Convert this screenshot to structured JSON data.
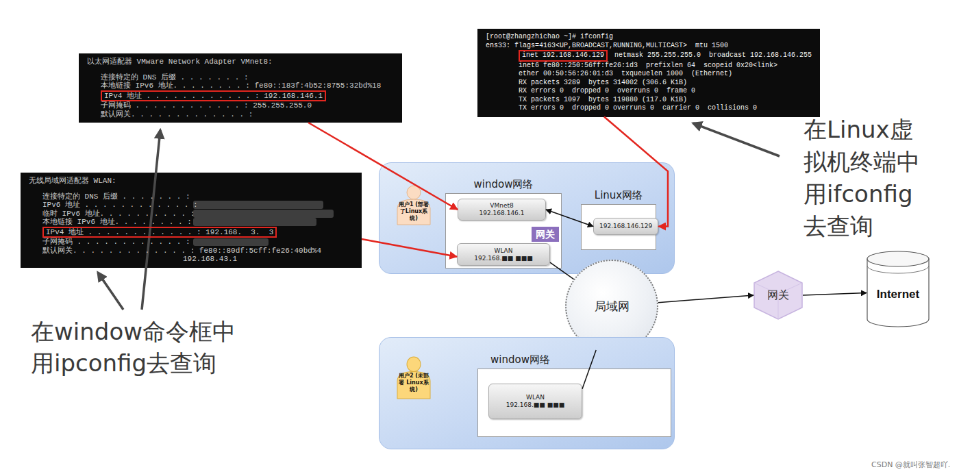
{
  "diagram": {
    "nodes": [
      {
        "text": [
          "以太网适配器 VMware Network Adapter VMnet8:",
          "连接特定的 DNS 后缀 . . . . . . . :",
          "本地链接 IPv6 地址. . . . . . . . : fe80::183f:4b52:8755:32bd%18",
          "IPv4 地址 . . . . . . . . . . . . : 192.168.146.1",
          "子网掩码 . . . . . . . . . . . . : 255.255.255.0",
          "默认网关. . . . . . . . . . . . . :"
        ]
      },
      {
        "text": [
          "[root@zhangzhichao ~]# ifconfig",
          "ens33: flags=4163<UP,BROADCAST,RUNNING,MULTICAST>  mtu 1500",
          "inet 192.168.146.129",
          "netmask 255.255.255.0  broadcast 192.168.146.255",
          "inet6 fe80::250:56ff:fe26:1d3  prefixlen 64  scopeid 0x20<link>",
          "ether 00:50:56:26:01:d3  txqueuelen 1000  (Ethernet)",
          "RX packets 3289  bytes 314002 (306.6 KiB)",
          "RX errors 0  dropped 0  overruns 0  frame 0",
          "TX packets 1097  bytes 119880 (117.0 KiB)",
          "TX errors 0  dropped 0 overruns 0  carrier 0  collisions 0"
        ]
      },
      {
        "text": [
          "无线局域网适配器 WLAN:",
          "连接特定的 DNS 后缀 . . . . . . . :",
          "IPv6 地址 . . . . . . . . . . . . :",
          "临时 IPv6 地址. . . . . . . . . . :",
          "本地链接 IPv6 地址. . . . . . . . :",
          "IPv4 地址 . . . . . . . . . . . . : 192.168.  3.  3",
          "子网掩码 . . . . . . . . . . . . :",
          "默认网关. . . . . . . . . . . . . : fe80::80df:5cff:fe26:40bd%4",
          "192.168.43.1"
        ]
      },
      {
        "text": []
      },
      {
        "text": [
          "用户1 (部署了Linux系统)"
        ],
        "in": 3
      },
      {
        "text": [
          "window网络"
        ],
        "in": 3
      },
      {
        "text": [
          "VMnet8",
          "192.168.146.1"
        ],
        "in": 5
      },
      {
        "text": [
          "网关"
        ],
        "in": 5
      },
      {
        "text": [
          "WLAN",
          "192.168.■■ ■■■"
        ],
        "in": 5
      },
      {
        "text": [
          "Linux网络"
        ],
        "in": 3
      },
      {
        "text": [
          "192.168.146.129"
        ],
        "in": 9
      },
      {
        "text": [
          "局域网"
        ]
      },
      {
        "text": [
          "网关"
        ]
      },
      {
        "text": [
          "Internet"
        ]
      },
      {
        "text": []
      },
      {
        "text": [
          "用户2 (未部署 Linux系统)"
        ],
        "in": 14
      },
      {
        "text": [
          "window网络"
        ],
        "in": 14
      },
      {
        "text": [
          "WLAN",
          "192.168.■■ ■■■"
        ],
        "in": 16
      }
    ],
    "edges": [
      {
        "from": 0,
        "to": 6,
        "arrow": "to"
      },
      {
        "from": 2,
        "to": 8,
        "arrow": "to"
      },
      {
        "from": 1,
        "to": 10,
        "arrow": "to"
      },
      {
        "from": 6,
        "to": 10,
        "arrow": "both"
      },
      {
        "from": 8,
        "to": 11,
        "arrow": "none"
      },
      {
        "from": 17,
        "to": 11,
        "arrow": "none"
      },
      {
        "from": 11,
        "to": 12,
        "arrow": "to"
      },
      {
        "from": 12,
        "to": 13,
        "arrow": "to"
      }
    ],
    "labels": [
      "在window命令框中用ipconfig去查询",
      "在Linux虚拟机终端中用ifconfig去查询",
      "CSDN @就叫张智超吖."
    ]
  }
}
